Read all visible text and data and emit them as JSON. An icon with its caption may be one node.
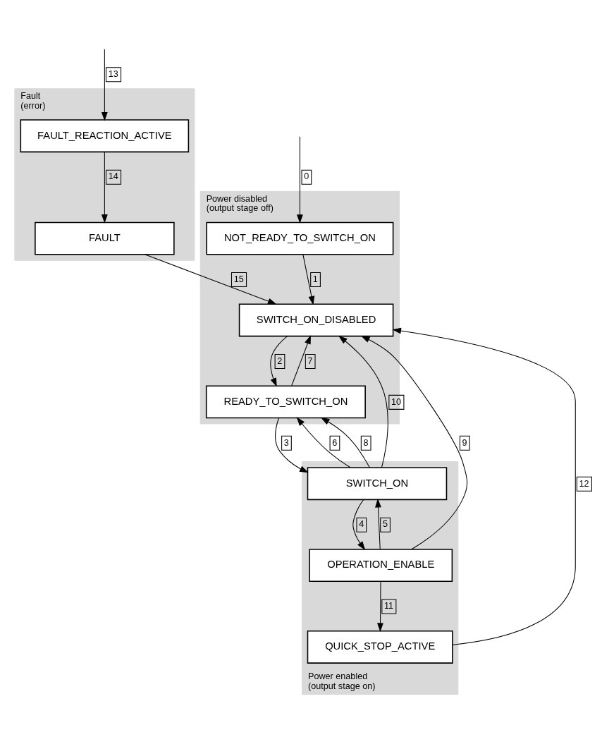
{
  "diagram": {
    "nodes": [
      {
        "text": [
          "Power disabled (output stage off)"
        ]
      },
      {
        "text": [
          "NOT_READY_TO_SWITCH_ON"
        ],
        "in": 0
      },
      {
        "text": [
          "SWITCH_ON_DISABLED"
        ],
        "in": 0
      },
      {
        "text": [
          "READY_TO_SWITCH_ON"
        ],
        "in": 0
      },
      {
        "text": [
          "Fault (error)"
        ]
      },
      {
        "text": [
          "FAULT_REACTION_ACTIVE"
        ],
        "in": 4
      },
      {
        "text": [
          "FAULT"
        ],
        "in": 4
      },
      {
        "text": [
          "Power enabled (output stage on)"
        ]
      },
      {
        "text": [
          "SWITCH_ON"
        ],
        "in": 7
      },
      {
        "text": [
          "OPERATION_ENABLE"
        ],
        "in": 7
      },
      {
        "text": [
          "QUICK_STOP_ACTIVE"
        ],
        "in": 7
      }
    ],
    "edges": [
      {
        "from": null,
        "to": 1,
        "arrow": "to",
        "label": "0"
      },
      {
        "from": 1,
        "to": 2,
        "arrow": "to",
        "label": "1"
      },
      {
        "from": 2,
        "to": 3,
        "arrow": "to",
        "label": "2"
      },
      {
        "from": 3,
        "to": 8,
        "arrow": "to",
        "label": "3"
      },
      {
        "from": 8,
        "to": 9,
        "arrow": "to",
        "label": "4"
      },
      {
        "from": 9,
        "to": 8,
        "arrow": "to",
        "label": "5"
      },
      {
        "from": 8,
        "to": 3,
        "arrow": "to",
        "label": "6"
      },
      {
        "from": 3,
        "to": 2,
        "arrow": "to",
        "label": "7"
      },
      {
        "from": 8,
        "to": 3,
        "arrow": "to",
        "label": "8"
      },
      {
        "from": 9,
        "to": 2,
        "arrow": "to",
        "label": "9"
      },
      {
        "from": 8,
        "to": 2,
        "arrow": "to",
        "label": "10"
      },
      {
        "from": 9,
        "to": 10,
        "arrow": "to",
        "label": "11"
      },
      {
        "from": 10,
        "to": 2,
        "arrow": "to",
        "label": "12"
      },
      {
        "from": null,
        "to": 5,
        "arrow": "to",
        "label": "13"
      },
      {
        "from": 5,
        "to": 6,
        "arrow": "to",
        "label": "14"
      },
      {
        "from": 6,
        "to": 2,
        "arrow": "to",
        "label": "15"
      }
    ]
  }
}
